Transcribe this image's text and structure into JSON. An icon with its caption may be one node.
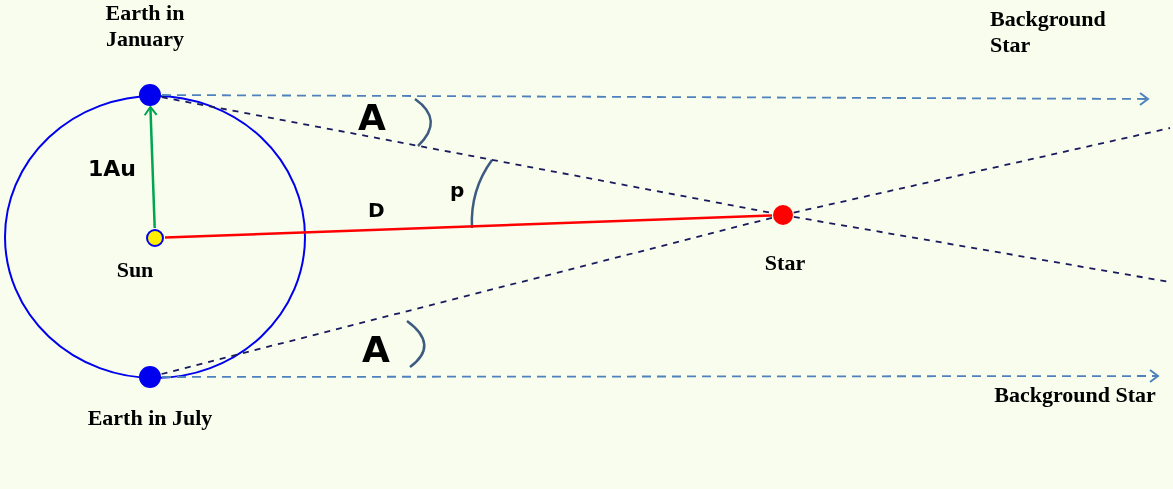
{
  "diagram": {
    "nodes": [
      {
        "text": [],
        "shape": "circle",
        "beside": [
          "Earth in January"
        ]
      },
      {
        "text": [],
        "shape": "circle",
        "beside": [
          "Sun"
        ]
      },
      {
        "text": [],
        "shape": "circle",
        "beside": [
          "Star"
        ]
      },
      {
        "text": [],
        "shape": "circle",
        "beside": [
          "Earth in July"
        ]
      },
      {
        "text": [
          "Background Star"
        ]
      },
      {
        "text": [
          "Background Star"
        ]
      }
    ],
    "edges": [
      {
        "from": 1,
        "to": 0,
        "arrow": "to",
        "label": "1Au",
        "color": "#00a550"
      },
      {
        "from": 1,
        "to": 2,
        "arrow": "none",
        "label": "D",
        "color": "#ff0000"
      },
      {
        "from": 0,
        "to": 4,
        "arrow": "to",
        "style": "dashed",
        "color": "#4f81bd"
      },
      {
        "from": 3,
        "to": 5,
        "arrow": "to",
        "style": "dashed",
        "color": "#4f81bd"
      },
      {
        "from": 0,
        "to": 2,
        "arrow": "none",
        "style": "dashed",
        "color": "#1a1a5e"
      },
      {
        "from": 2,
        "to": null,
        "arrow": "none",
        "style": "dashed",
        "color": "#1a1a5e"
      },
      {
        "from": 3,
        "to": 2,
        "arrow": "none",
        "style": "dashed",
        "color": "#1a1a5e"
      },
      {
        "from": 2,
        "to": null,
        "arrow": "none",
        "style": "dashed",
        "color": "#1a1a5e"
      }
    ],
    "labels": [
      "A",
      "p",
      "A"
    ]
  }
}
